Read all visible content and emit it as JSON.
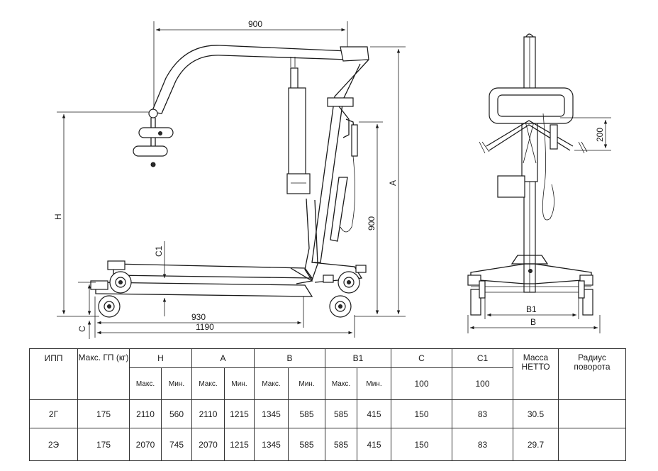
{
  "dimensions": {
    "top_width": "900",
    "h": "H",
    "a": "A",
    "height_900": "900",
    "c1": "C1",
    "c": "C",
    "len_930": "930",
    "len_1190": "1190",
    "side_200": "200",
    "b1": "B1",
    "b": "B"
  },
  "table": {
    "headers": {
      "model": "ИПП",
      "max_load": "Макс. ГП (кг)",
      "h": "H",
      "a": "A",
      "b": "B",
      "b1": "B1",
      "c": "C",
      "c1": "C1",
      "mass": "Масса НЕТТО",
      "radius": "Радиус поворота"
    },
    "subheaders": {
      "max": "Макс.",
      "min": "Мин."
    },
    "c_note": "100",
    "c1_note": "100",
    "rows": [
      {
        "model": "2Г",
        "load": "175",
        "h_max": "2110",
        "h_min": "560",
        "a_max": "2110",
        "a_min": "1215",
        "b_max": "1345",
        "b_min": "585",
        "b1_max": "585",
        "b1_min": "415",
        "c": "150",
        "c1": "83",
        "mass": "30.5",
        "radius": ""
      },
      {
        "model": "2Э",
        "load": "175",
        "h_max": "2070",
        "h_min": "745",
        "a_max": "2070",
        "a_min": "1215",
        "b_max": "1345",
        "b_min": "585",
        "b1_max": "585",
        "b1_min": "415",
        "c": "150",
        "c1": "83",
        "mass": "29.7",
        "radius": ""
      }
    ]
  }
}
